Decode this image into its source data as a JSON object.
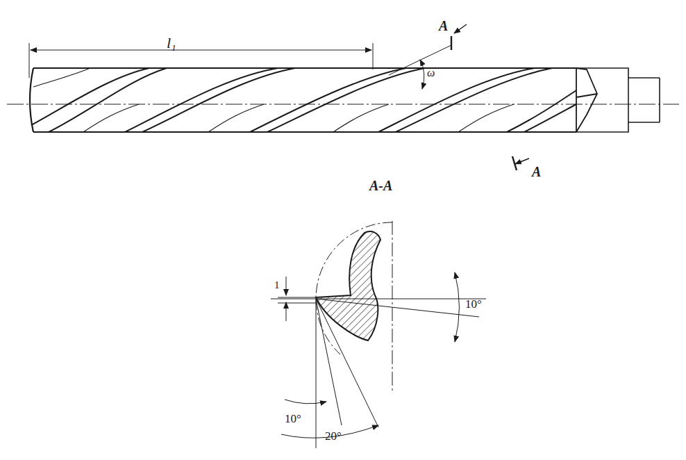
{
  "diagram": {
    "labels": [
      "l₁",
      "A",
      "ω",
      "A",
      "A-A",
      "1",
      "10°",
      "10°",
      "20°"
    ]
  }
}
